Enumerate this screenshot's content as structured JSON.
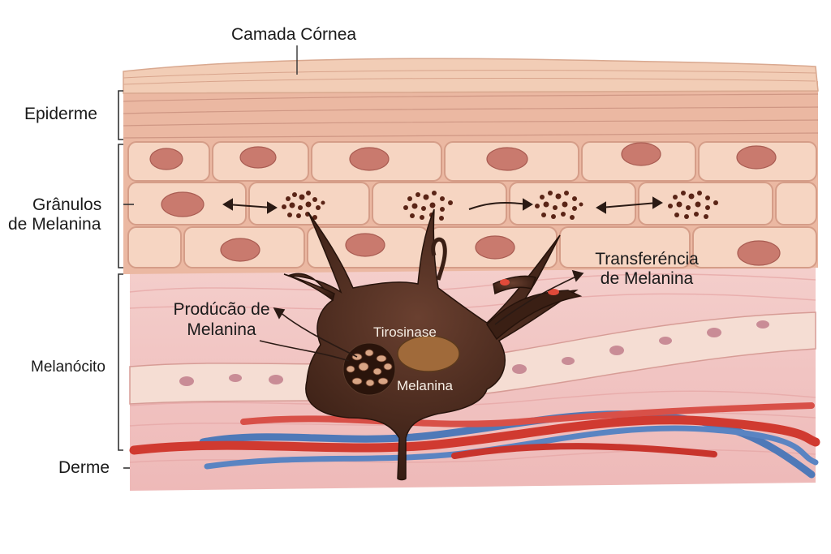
{
  "labels": {
    "camada_cornea": "Camada Córnea",
    "epiderme": "Epiderme",
    "granulos_line1": "Grânulos",
    "granulos_line2": "de Melanina",
    "melanocito": "Melanócito",
    "derme": "Derme",
    "producao_line1": "Prodúcão de",
    "producao_line2": "Melanina",
    "transferencia_line1": "Transferéncia",
    "transferencia_line2": "de Melanina",
    "tirosinase": "Tirosinase",
    "melanina": "Melanina"
  },
  "colors": {
    "stratum_corneum": "#f0c9b0",
    "epidermis": "#e9b29c",
    "cell_fill": "#f6d5c2",
    "nucleus": "#c97a6e",
    "melanin_granule": "#5a2416",
    "melanocyte": "#3f2418",
    "dermis": "#f2c3c3",
    "artery": "#d03a30",
    "vein": "#4f79b8"
  }
}
